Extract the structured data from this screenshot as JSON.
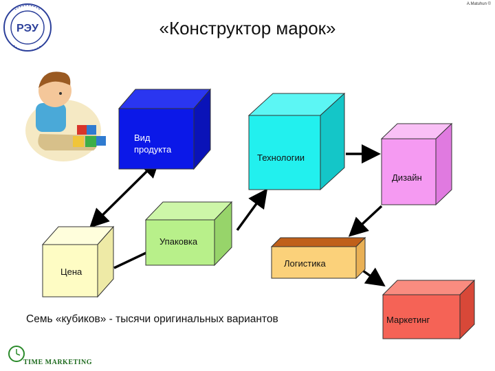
{
  "title": "«Конструктор марок»",
  "caption": "Семь «кубиков» - тысячи оригинальных вариантов",
  "corner_text": "A.Matuhun ©",
  "footer_logo_text": "TIME MARKETING",
  "logo": {
    "letters": "РЭУ"
  },
  "cubes": [
    {
      "id": "vid",
      "label_lines": [
        "Вид",
        "продукта"
      ],
      "front": "#0b18e8",
      "top": "#2a36f0",
      "side": "#0a13b8",
      "text_color": "#ffffff"
    },
    {
      "id": "tech",
      "label_lines": [
        "Технологии"
      ],
      "front": "#22f0ee",
      "top": "#5cf6f4",
      "side": "#14c6c8",
      "text_color": "#111111"
    },
    {
      "id": "design",
      "label_lines": [
        "Дизайн"
      ],
      "front": "#f59af2",
      "top": "#f9c0f6",
      "side": "#e07ae0",
      "text_color": "#111111"
    },
    {
      "id": "price",
      "label_lines": [
        "Цена"
      ],
      "front": "#fefcc4",
      "top": "#fffedc",
      "side": "#eeeaa6",
      "text_color": "#111111"
    },
    {
      "id": "pack",
      "label_lines": [
        "Упаковка"
      ],
      "front": "#b8f08a",
      "top": "#cdf6a8",
      "side": "#97d46a",
      "text_color": "#111111"
    },
    {
      "id": "logist",
      "label_lines": [
        "Логистика"
      ],
      "front": "#fbd17a",
      "top": "#c0601a",
      "side": "#e9b055",
      "text_color": "#111111"
    },
    {
      "id": "market",
      "label_lines": [
        "Маркетинг"
      ],
      "front": "#f56356",
      "top": "#f98c80",
      "side": "#d84838",
      "text_color": "#111111"
    }
  ],
  "colors": {
    "arrow": "#000000",
    "background": "#ffffff"
  }
}
